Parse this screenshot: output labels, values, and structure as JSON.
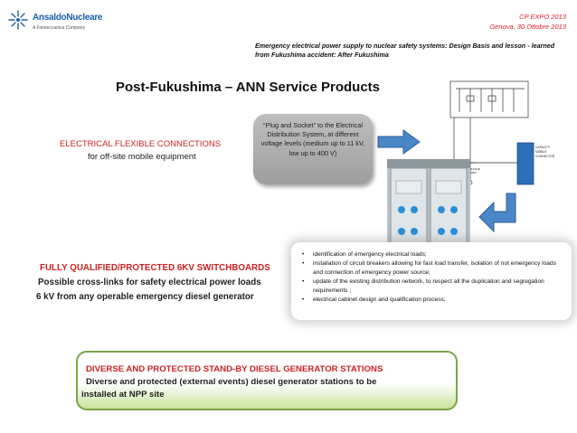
{
  "header": {
    "logo_text": "AnsaldoNucleare",
    "logo_sub": "A Finmeccanica Company",
    "event": "CP EXPO 2013",
    "date": "Genova, 30 Ottobre 2013",
    "subject": "Emergency electrical power supply to nuclear safety systems: Design Basis and lesson - learned from Fukushima accident: After Fukushima"
  },
  "title": "Post-Fukushima – ANN Service Products",
  "section1": {
    "heading": "ELECTRICAL FLEXIBLE CONNECTIONS",
    "sub": "for off-site mobile equipment",
    "bubble_text": "“Plug and Socket” to the Electrical Distribution System, at different voltage levels (medium up to 11 kV, low up to 400 V)"
  },
  "section2": {
    "heading": "FULLY QUALIFIED/PROTECTED 6KV SWITCHBOARDS",
    "line1": "Possible cross-links for safety electrical power loads",
    "line2": "6 kV from any operable emergency diesel generator",
    "bullets": [
      "identification of emergency electrical loads;",
      "installation of circuit breakers allowing for fast load transfer, isolation of not emergency loads and connection of emergency power source;",
      "update of the existing distribution network, to respect all the duplication and segregation requirements ;",
      "electrical cabinet design and qualification process;"
    ]
  },
  "section3": {
    "heading": "DIVERSE AND PROTECTED STAND-BY DIESEL GENERATOR STATIONS",
    "line1": "Diverse and protected (external events) diesel generator stations to be",
    "line2": "installed at NPP site"
  },
  "colors": {
    "accent_red": "#cc2222",
    "logo_blue": "#1d5fa8",
    "arrow_blue": "#4a86c8",
    "box_green": "#7aa44a"
  },
  "icons": [
    "ansaldo-logo-icon",
    "arrow-right-icon",
    "curved-arrow-icon"
  ]
}
